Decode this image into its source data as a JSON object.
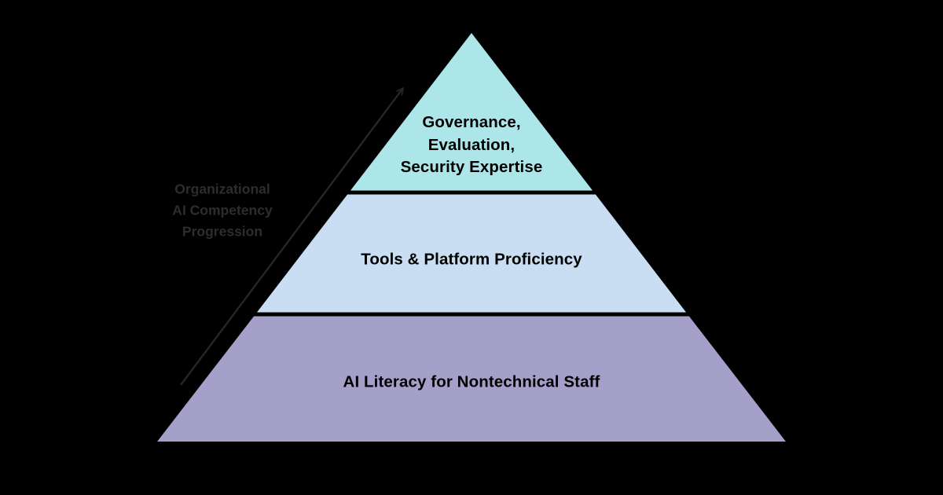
{
  "canvas": {
    "background_color": "#000000"
  },
  "progression_label": {
    "lines": [
      "Organizational",
      "AI Competency",
      "Progression"
    ],
    "color": "#2d2d2d"
  },
  "arrow": {
    "color": "#262626",
    "direction": "up-right"
  },
  "pyramid": {
    "divider_color": "#000000",
    "text_color": "#000000",
    "tiers": [
      {
        "id": "top",
        "fill": "#ace6e9",
        "label_lines": [
          "Governance,",
          "Evaluation,",
          "Security Expertise"
        ]
      },
      {
        "id": "middle",
        "fill": "#c9def2",
        "label_lines": [
          "Tools & Platform Proficiency"
        ]
      },
      {
        "id": "bottom",
        "fill": "#a5a0c9",
        "label_lines": [
          "AI Literacy for Nontechnical Staff"
        ]
      }
    ]
  }
}
